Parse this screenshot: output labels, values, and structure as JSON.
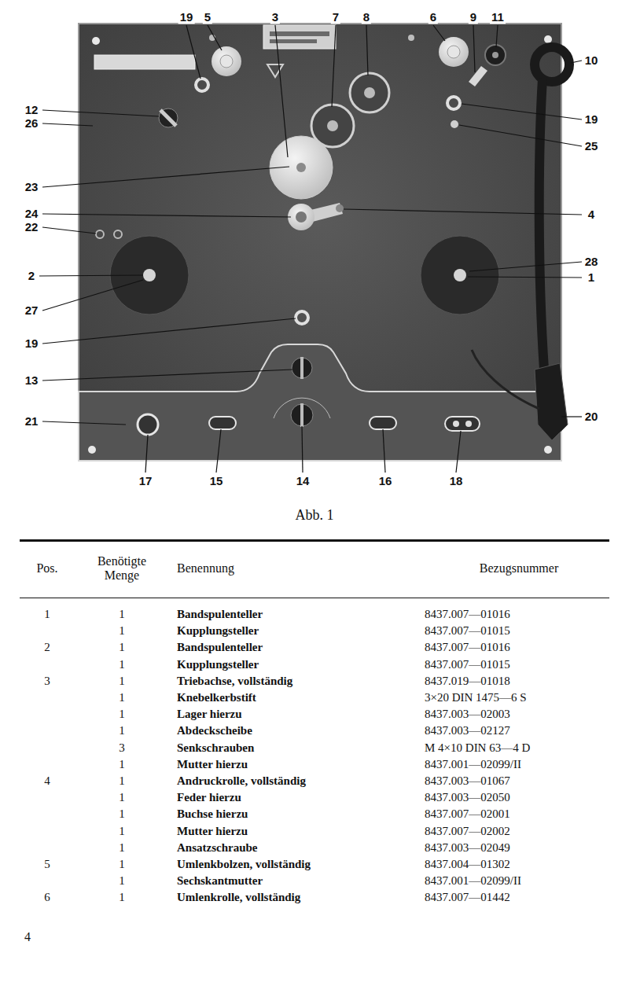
{
  "diagram": {
    "caption": "Abb. 1",
    "labels": [
      "19",
      "5",
      "3",
      "7",
      "8",
      "6",
      "9",
      "11",
      "10",
      "19",
      "25",
      "4",
      "28",
      "1",
      "20",
      "12",
      "26",
      "23",
      "24",
      "22",
      "2",
      "27",
      "19",
      "13",
      "21",
      "17",
      "15",
      "14",
      "16",
      "18",
      "Pos.",
      "Benötigte Menge",
      "Benennung",
      "Bezugsnummer",
      "1",
      "1",
      "Bandspulenteller",
      "8437.007—01016",
      "1",
      "Kupplungsteller",
      "8437.007—01015",
      "2",
      "1",
      "Bandspulenteller",
      "8437.007—01016",
      "1",
      "Kupplungsteller",
      "8437.007—01015",
      "3",
      "1",
      "Triebachse, vollständig",
      "8437.019—01018",
      "1",
      "Knebelkerbstift",
      "3×20 DIN 1475—6 S",
      "1",
      "Lager hierzu",
      "8437.003—02003",
      "1",
      "Abdeckscheibe",
      "8437.003—02127",
      "3",
      "Senkschrauben",
      "M 4×10 DIN 63—4 D",
      "1",
      "Mutter hierzu",
      "8437.001—02099/II",
      "4",
      "1",
      "Andruckrolle, vollständig",
      "8437.003—01067",
      "1",
      "Feder hierzu",
      "8437.003—02050",
      "1",
      "Buchse hierzu",
      "8437.007—02001",
      "1",
      "Mutter hierzu",
      "8437.007—02002",
      "1",
      "Ansatzschraube",
      "8437.003—02049",
      "5",
      "1",
      "Umlenkbolzen, vollständig",
      "8437.004—01302",
      "1",
      "Sechskantmutter",
      "8437.001—02099/II",
      "6",
      "1",
      "Umlenkrolle, vollständig",
      "8437.007—01442",
      "4"
    ]
  }
}
